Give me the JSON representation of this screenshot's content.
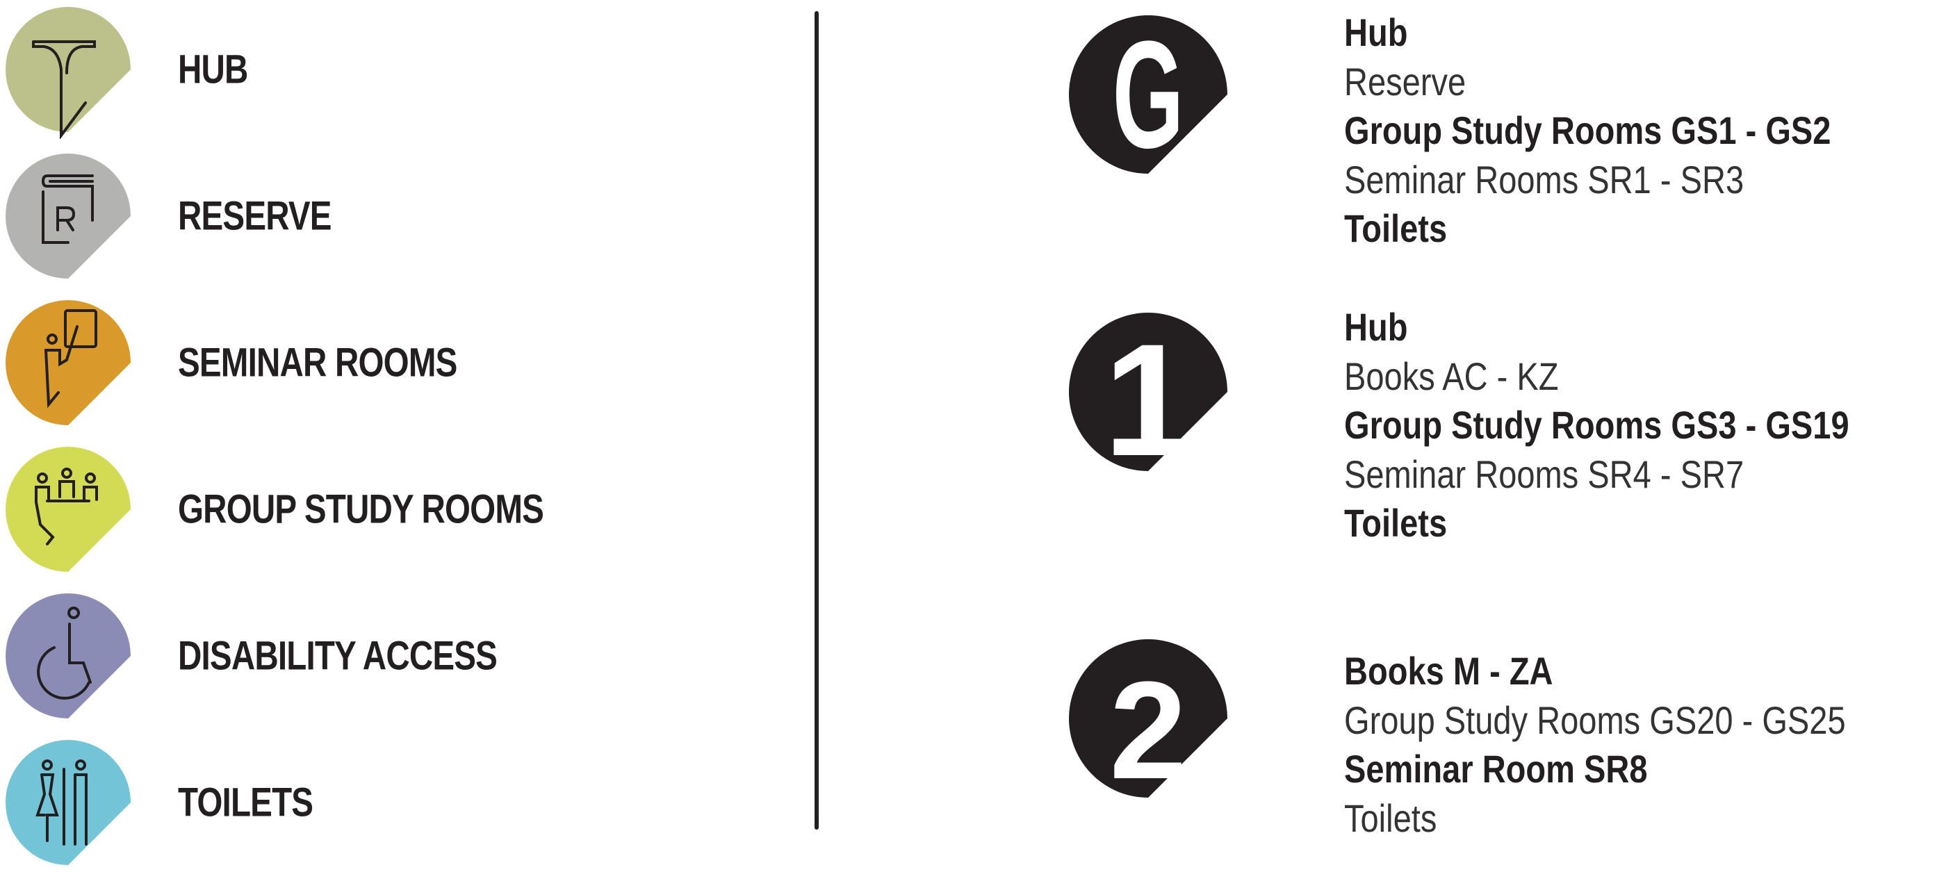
{
  "legend": [
    {
      "label": "HUB",
      "icon": "hub-icon",
      "color": "#bcc08a"
    },
    {
      "label": "RESERVE",
      "icon": "reserve-book-icon",
      "color": "#b3b3b2"
    },
    {
      "label": "SEMINAR ROOMS",
      "icon": "seminar-presenter-icon",
      "color": "#d99a2b"
    },
    {
      "label": "GROUP STUDY ROOMS",
      "icon": "group-study-icon",
      "color": "#d3db55"
    },
    {
      "label": "DISABILITY ACCESS",
      "icon": "wheelchair-icon",
      "color": "#8a8cb6"
    },
    {
      "label": "TOILETS",
      "icon": "toilets-icon",
      "color": "#74c4d7"
    }
  ],
  "floors": [
    {
      "badge": "G",
      "lines": [
        {
          "text": "Hub",
          "bold": true
        },
        {
          "text": "Reserve",
          "bold": false
        },
        {
          "text": "Group Study Rooms  GS1 - GS2",
          "bold": true
        },
        {
          "text": "Seminar Rooms  SR1 - SR3",
          "bold": false
        },
        {
          "text": "Toilets",
          "bold": true
        }
      ]
    },
    {
      "badge": "1",
      "lines": [
        {
          "text": "Hub",
          "bold": true
        },
        {
          "text": "Books  AC - KZ",
          "bold": false
        },
        {
          "text": "Group Study Rooms  GS3 - GS19",
          "bold": true
        },
        {
          "text": "Seminar Rooms  SR4 - SR7",
          "bold": false
        },
        {
          "text": "Toilets",
          "bold": true
        }
      ]
    },
    {
      "badge": "2",
      "lines": [
        {
          "text": "Books  M - ZA",
          "bold": true
        },
        {
          "text": "Group Study Rooms  GS20 - GS25",
          "bold": false
        },
        {
          "text": "Seminar Room  SR8",
          "bold": true
        },
        {
          "text": "Toilets",
          "bold": false
        }
      ]
    }
  ]
}
